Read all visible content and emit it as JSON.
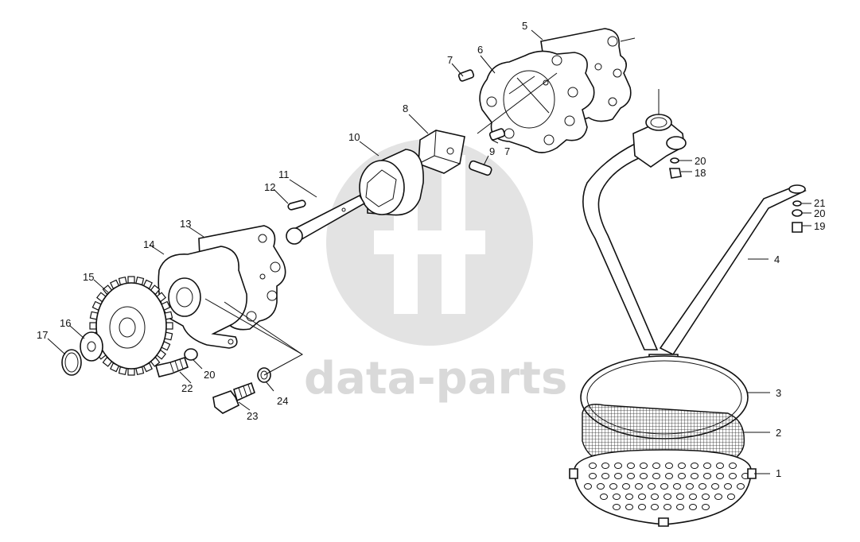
{
  "watermark": {
    "text": "data-parts",
    "color": "#d9d9d9"
  },
  "labels": {
    "l1": "1",
    "l2": "2",
    "l3": "3",
    "l4": "4",
    "l5": "5",
    "l6": "6",
    "l7a": "7",
    "l7b": "7",
    "l8": "8",
    "l9": "9",
    "l10": "10",
    "l11": "11",
    "l12": "12",
    "l13": "13",
    "l14": "14",
    "l15": "15",
    "l16": "16",
    "l17": "17",
    "l18": "18",
    "l19": "19",
    "l20a": "20",
    "l20b": "20",
    "l20c": "20",
    "l21": "21",
    "l22": "22",
    "l23": "23",
    "l24": "24"
  }
}
